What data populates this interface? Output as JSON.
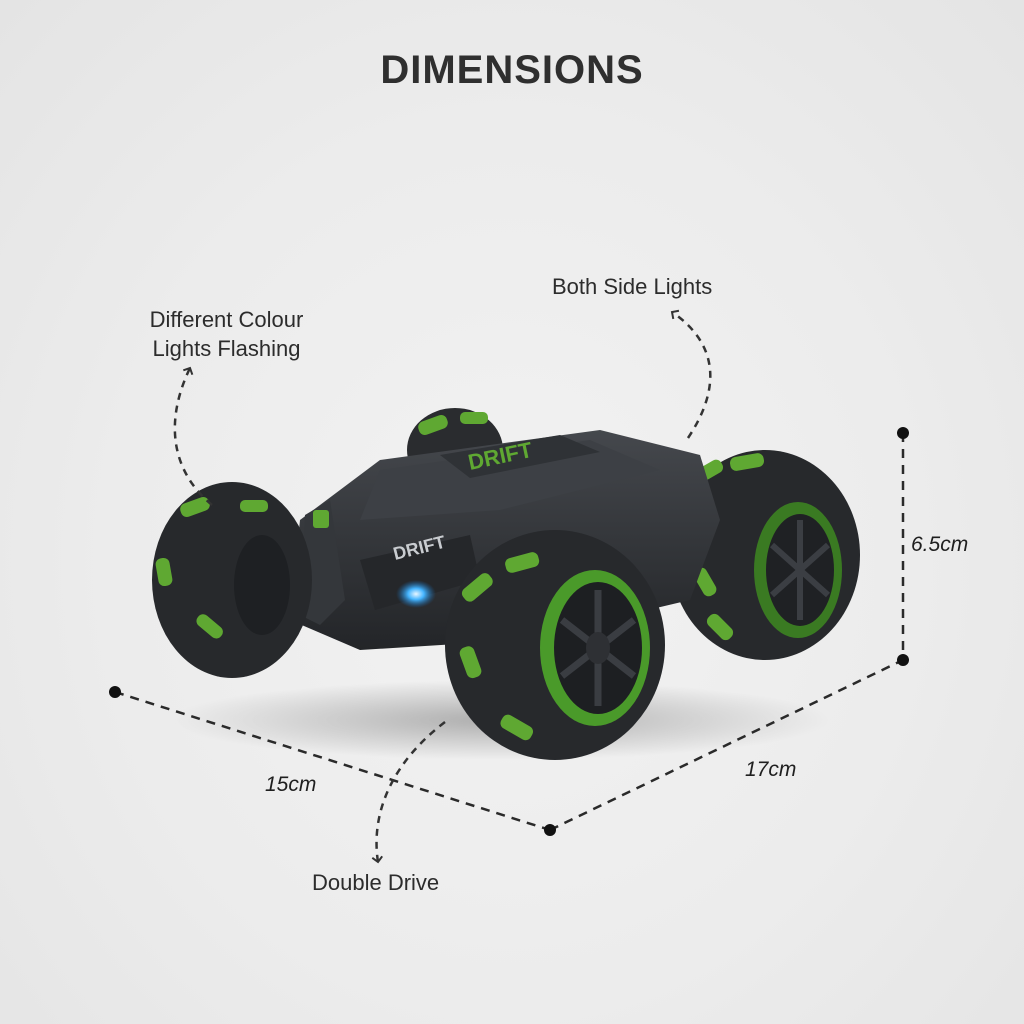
{
  "title": "DIMENSIONS",
  "callouts": {
    "lights_flashing_line1": "Different Colour",
    "lights_flashing_line2": "Lights Flashing",
    "side_lights": "Both Side Lights",
    "double_drive": "Double Drive"
  },
  "dimensions": {
    "height": "6.5cm",
    "width": "15cm",
    "length": "17cm"
  },
  "colors": {
    "background": "#ebebeb",
    "body": "#2b2d30",
    "accent_green": "#5fa832",
    "headlight": "#2aa7ff"
  }
}
